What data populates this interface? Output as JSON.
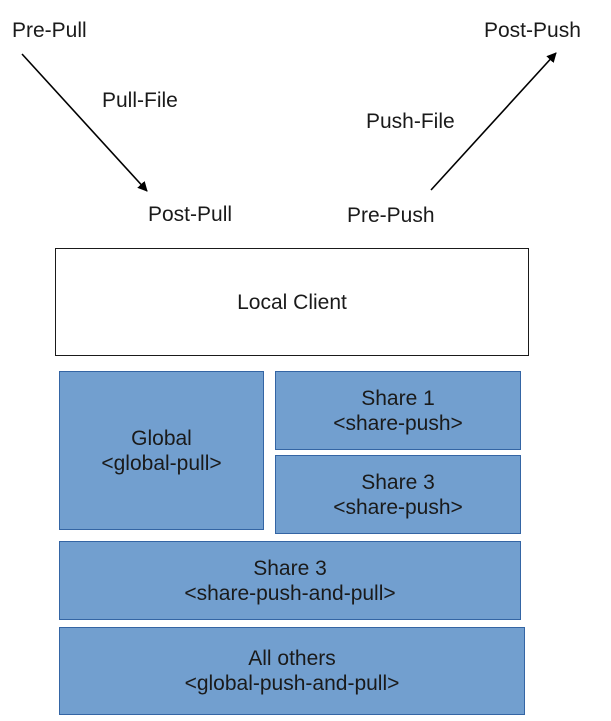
{
  "hooks": {
    "pre_pull": "Pre-Pull",
    "pull_file": "Pull-File",
    "post_pull": "Post-Pull",
    "pre_push": "Pre-Push",
    "push_file": "Push-File",
    "post_push": "Post-Push"
  },
  "boxes": {
    "local_client": {
      "title": "Local Client"
    },
    "global": {
      "title": "Global",
      "tag": "<global-pull>"
    },
    "share_1": {
      "title": "Share 1",
      "tag": "<share-push>"
    },
    "share_3_push": {
      "title": "Share 3",
      "tag": "<share-push>"
    },
    "share_3_push_pull": {
      "title": "Share 3",
      "tag": "<share-push-and-pull>"
    },
    "all_others": {
      "title": "All others",
      "tag": "<global-push-and-pull>"
    }
  },
  "colors": {
    "box_fill": "#729fcf",
    "box_border": "#3465a4",
    "client_fill": "#ffffff",
    "line": "#000000"
  }
}
